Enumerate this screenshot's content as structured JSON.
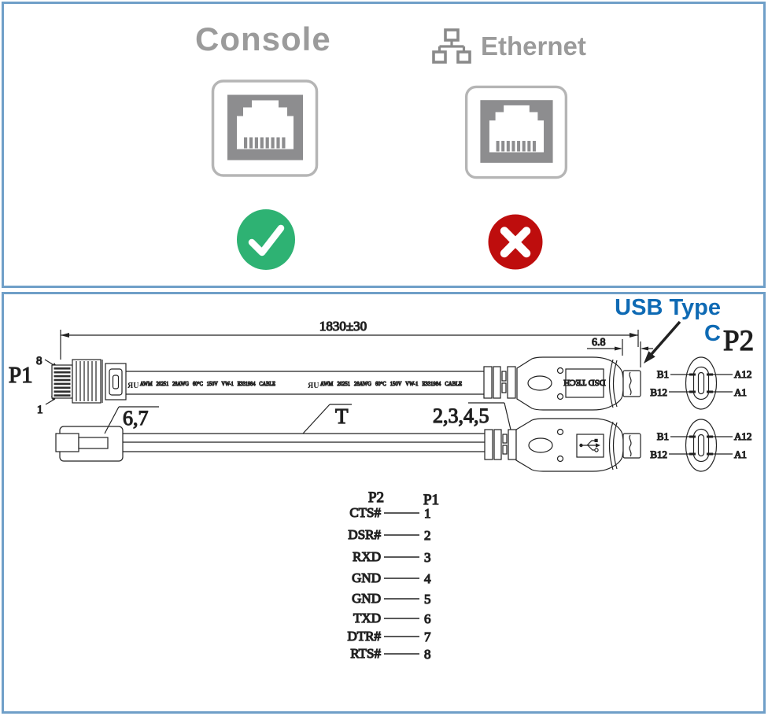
{
  "top": {
    "console_label": "Console",
    "ethernet_label": "Ethernet",
    "console_status_icon": "check",
    "ethernet_status_icon": "cross"
  },
  "diagram": {
    "usb_type_c": "USB Type C",
    "p2": "P2",
    "p1": "P1",
    "dim_total": "1830±30",
    "dim_tip": "6.8",
    "pin_top": "8",
    "pin_bottom": "1",
    "callout_67": "6,7",
    "callout_t": "T",
    "callout_2345": "2,3,4,5",
    "ul_mark": "ЯU",
    "cable_marking": "AWM 20251 28AWG 60°C 150V VW-1 E331984 CABLE",
    "dsd_tech": "DSD TECH",
    "xsec": {
      "b1": "B1",
      "b12": "B12",
      "a12": "A12",
      "a1": "A1"
    }
  },
  "pinout": {
    "p2_header": "P2",
    "p1_header": "P1",
    "rows": [
      {
        "signal": "CTS#",
        "pin": "1"
      },
      {
        "signal": "DSR#",
        "pin": "2"
      },
      {
        "signal": "RXD",
        "pin": "3"
      },
      {
        "signal": "GND",
        "pin": "4"
      },
      {
        "signal": "GND",
        "pin": "5"
      },
      {
        "signal": "TXD",
        "pin": "6"
      },
      {
        "signal": "DTR#",
        "pin": "7"
      },
      {
        "signal": "RTS#",
        "pin": "8"
      }
    ]
  },
  "colors": {
    "panel_border": "#6f9fc8",
    "heading_gray": "#9b9b9b",
    "icon_gray": "#8d8d8f",
    "icon_outline_gray": "#b5b5b5",
    "check_green": "#2eb273",
    "cross_red": "#be0d0d",
    "usb_label_blue": "#0e6ab4",
    "diagram_line": "#222222"
  }
}
